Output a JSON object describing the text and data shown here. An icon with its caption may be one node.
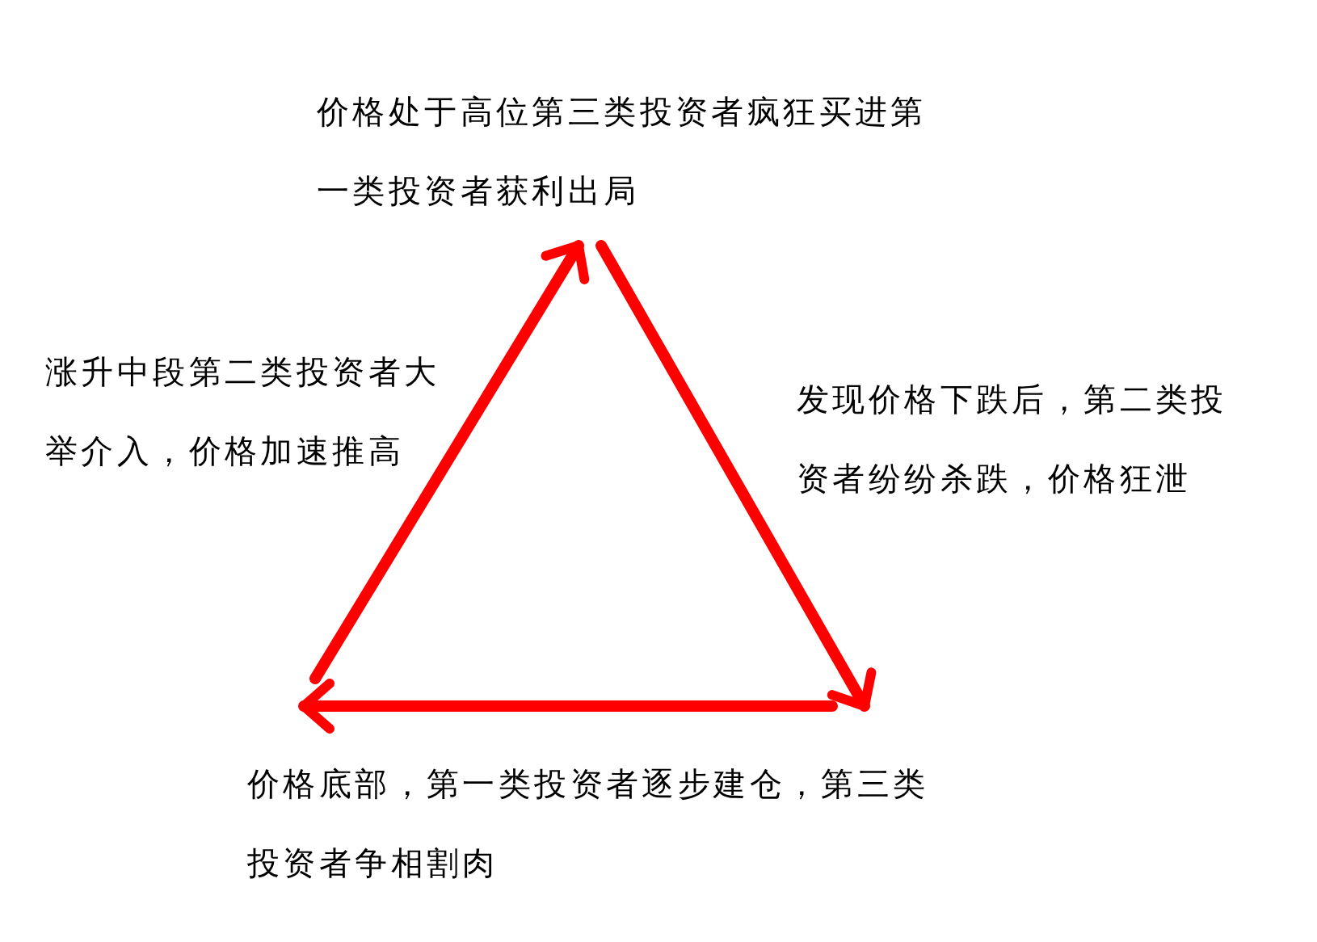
{
  "diagram": {
    "nodes": [
      {
        "text": [
          "价格处于高位第三类投资者疯狂买进第一类投资者获利出局"
        ]
      },
      {
        "text": [
          "发现价格下跌后，第二类投资者纷纷杀跌，价格狂泄"
        ]
      },
      {
        "text": [
          "价格底部，第一类投资者逐步建仓，第三类投资者争相割肉"
        ]
      },
      {
        "text": [
          "涨升中段第二类投资者大举介入，价格加速推高"
        ]
      }
    ],
    "edges": [
      {
        "from": null,
        "to": 0,
        "arrow": "to",
        "color": "#ff0000"
      },
      {
        "from": 0,
        "to": 2,
        "arrow": "to",
        "color": "#ff0000"
      },
      {
        "from": null,
        "to": 2,
        "arrow": "to",
        "color": "#ff0000"
      }
    ]
  }
}
